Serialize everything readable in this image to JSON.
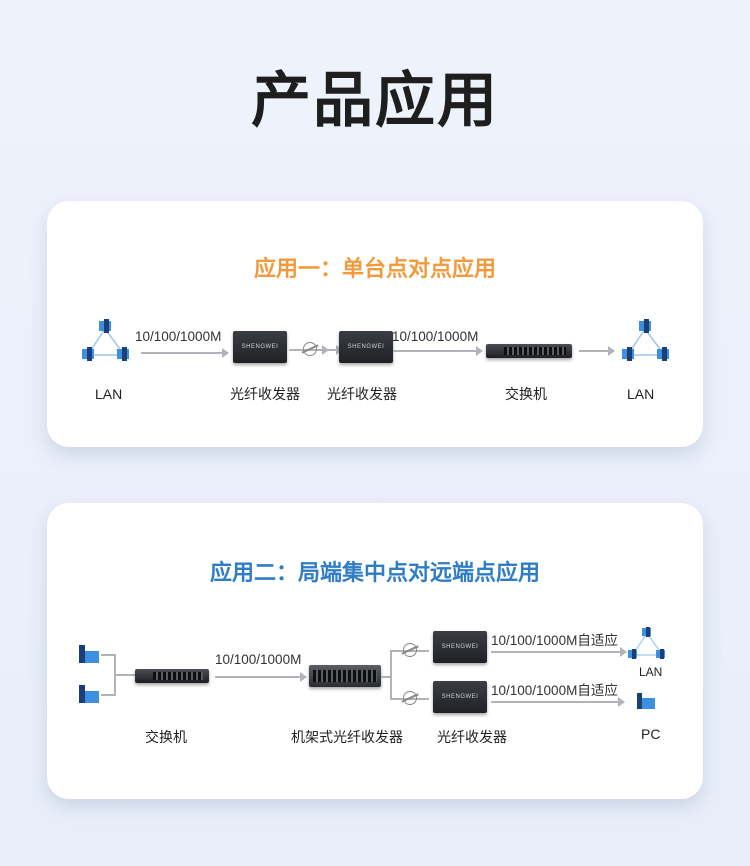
{
  "page_title": "产品应用",
  "card1": {
    "title": "应用一：单台点对点应用",
    "speed1": "10/100/1000M",
    "speed2": "10/100/1000M",
    "labels": {
      "lan_left": "LAN",
      "conv1": "光纤收发器",
      "conv2": "光纤收发器",
      "switch": "交换机",
      "lan_right": "LAN"
    },
    "device_brand": "SHENGWEI"
  },
  "card2": {
    "title": "应用二：局端集中点对远端点应用",
    "speed": "10/100/1000M",
    "speed_top": "10/100/1000M自适应",
    "speed_bottom": "10/100/1000M自适应",
    "labels": {
      "switch": "交换机",
      "rack": "机架式光纤收发器",
      "conv": "光纤收发器",
      "lan": "LAN",
      "pc": "PC"
    },
    "device_brand": "SHENGWEI"
  },
  "colors": {
    "accent_orange": "#f29a3c",
    "accent_blue": "#2f7dc5"
  }
}
